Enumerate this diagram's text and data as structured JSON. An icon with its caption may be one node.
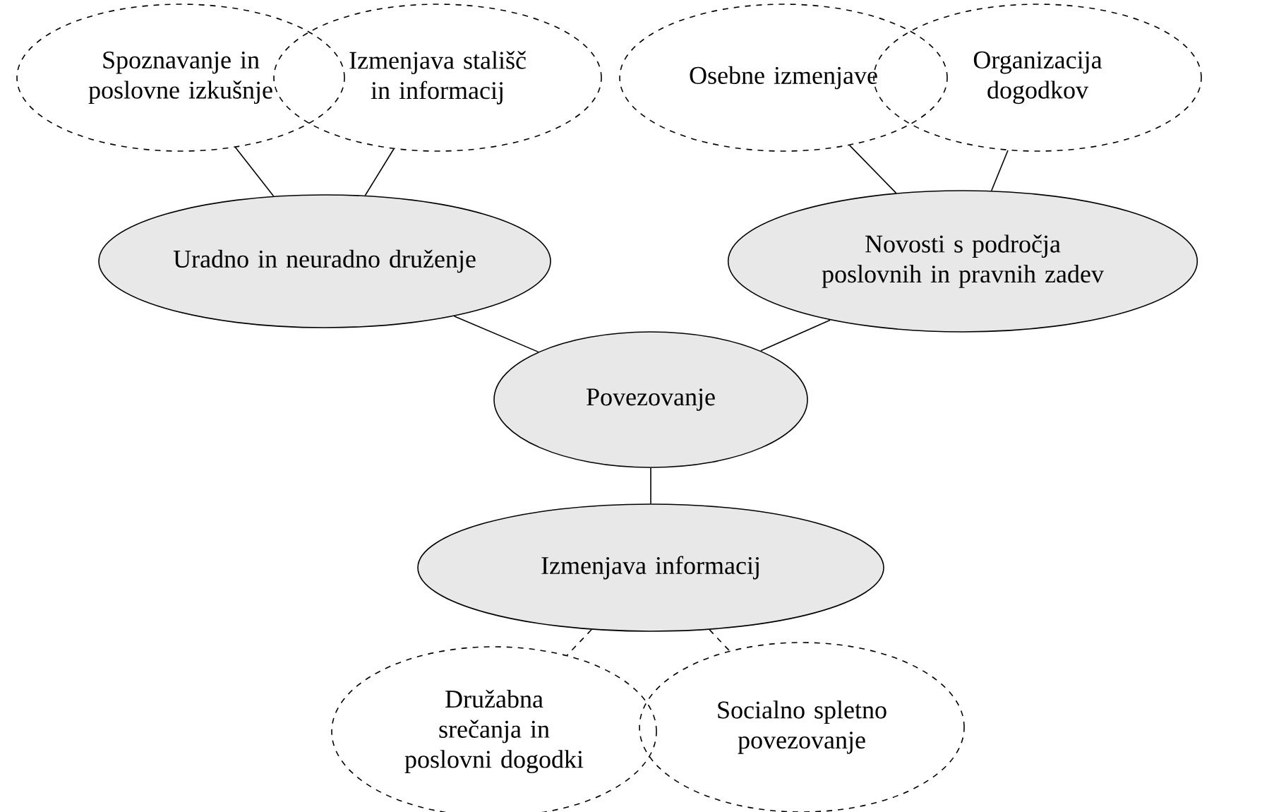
{
  "diagram": {
    "nodes": [
      {
        "text": [
          "Spoznavanje in poslovne izkušnje"
        ]
      },
      {
        "text": [
          "Izmenjava stališč in informacij"
        ]
      },
      {
        "text": [
          "Osebne izmenjave"
        ]
      },
      {
        "text": [
          "Organizacija dogodkov"
        ]
      },
      {
        "text": [
          "Uradno in neuradno druženje"
        ]
      },
      {
        "text": [
          "Novosti s področja poslovnih in pravnih zadev"
        ]
      },
      {
        "text": [
          "Povezovanje"
        ]
      },
      {
        "text": [
          "Izmenjava informacij"
        ]
      },
      {
        "text": [
          "Družabna srečanja in poslovni dogodki"
        ]
      },
      {
        "text": [
          "Socialno spletno povezovanje"
        ]
      }
    ],
    "edges": [
      {
        "from": 0,
        "to": 4,
        "arrow": "none"
      },
      {
        "from": 1,
        "to": 4,
        "arrow": "none"
      },
      {
        "from": 2,
        "to": 5,
        "arrow": "none"
      },
      {
        "from": 3,
        "to": 5,
        "arrow": "none"
      },
      {
        "from": 4,
        "to": 6,
        "arrow": "none"
      },
      {
        "from": 5,
        "to": 6,
        "arrow": "none"
      },
      {
        "from": 6,
        "to": 7,
        "arrow": "none"
      },
      {
        "from": 7,
        "to": 8,
        "arrow": "none",
        "style": "dashed"
      },
      {
        "from": 7,
        "to": 9,
        "arrow": "none",
        "style": "dashed"
      }
    ]
  }
}
